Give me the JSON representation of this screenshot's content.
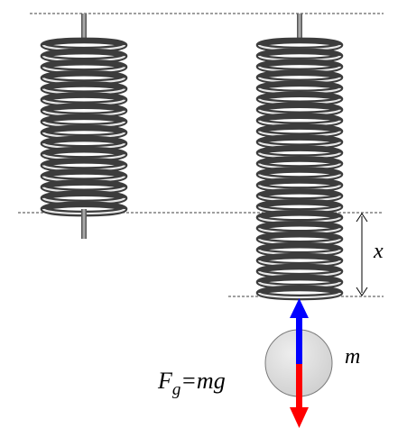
{
  "labels": {
    "extension": "x",
    "mass": "m",
    "force_main": "F",
    "force_sub": "g",
    "force_rhs": "=mg"
  },
  "springs": {
    "left_turns": 16,
    "right_turns": 24
  },
  "colors": {
    "coil_dark": "#3c3c3c",
    "coil_light": "#e8e8e8",
    "rod": "#555555",
    "ball_fill": "#d9d9d9",
    "ball_stroke": "#777777",
    "arrow_up": "#0000ff",
    "arrow_down": "#ff0000",
    "guide_line": "#000000"
  }
}
